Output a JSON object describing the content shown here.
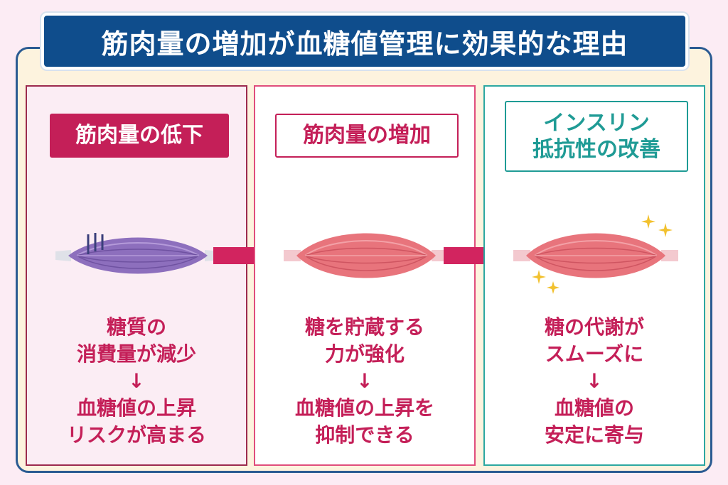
{
  "title": "筋肉量の増加が血糖値管理に効果的な理由",
  "colors": {
    "accent": "#c41f58",
    "teal": "#1f9b95",
    "navy": "#0f4d8c",
    "purple_muscle": "#8a6bb7",
    "pink_muscle": "#e8767e"
  },
  "panels": [
    {
      "label": "筋肉量の低下",
      "lines": [
        "糖質の",
        "消費量が減少",
        "↓",
        "血糖値の上昇",
        "リスクが高まる"
      ],
      "icon": "purple-muscle-icon"
    },
    {
      "label": "筋肉量の増加",
      "lines": [
        "糖を貯蔵する",
        "力が強化",
        "↓",
        "血糖値の上昇を",
        "抑制できる"
      ],
      "icon": "pink-muscle-icon"
    },
    {
      "label_lines": [
        "インスリン",
        "抵抗性の改善"
      ],
      "lines": [
        "糖の代謝が",
        "スムーズに",
        "↓",
        "血糖値の",
        "安定に寄与"
      ],
      "icon": "sparkling-muscle-icon"
    }
  ],
  "arrows": [
    "right-arrow-icon",
    "right-arrow-icon"
  ]
}
